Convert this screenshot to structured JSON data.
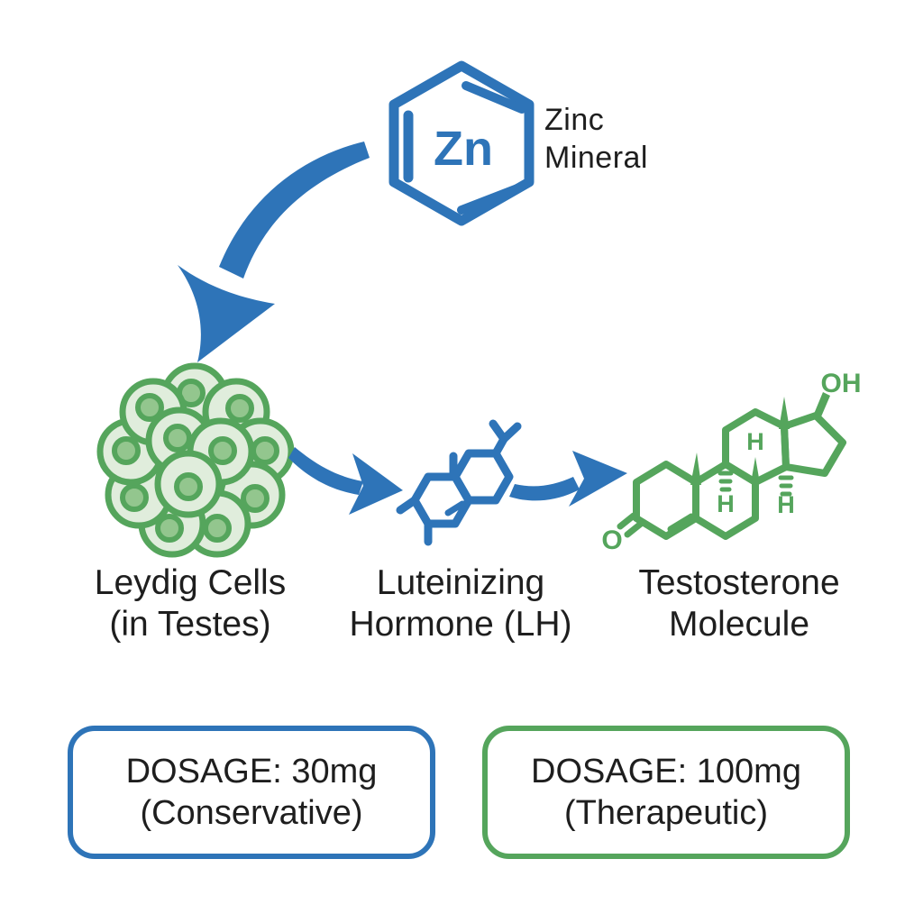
{
  "zinc": {
    "symbol": "Zn",
    "label_line1": "Zinc",
    "label_line2": "Mineral"
  },
  "nodes": {
    "leydig": {
      "line1": "Leydig Cells",
      "line2": "(in Testes)"
    },
    "lh": {
      "line1": "Luteinizing",
      "line2": "Hormone (LH)"
    },
    "testosterone": {
      "line1": "Testosterone",
      "line2": "Molecule"
    }
  },
  "testosterone_molecule": {
    "hydroxyl_label": "OH",
    "ketone_oxygen_label": "O",
    "hydrogen_label": "H"
  },
  "dosages": {
    "conservative": {
      "line1": "DOSAGE: 30mg",
      "line2": "(Conservative)"
    },
    "therapeutic": {
      "line1": "DOSAGE: 100mg",
      "line2": "(Therapeutic)"
    }
  },
  "icons": {
    "zinc_icon": "hexagon-with-Zn",
    "leydig_icon": "cell-cluster",
    "lh_icon": "blue-molecule",
    "testosterone_icon": "green-steroid-molecule",
    "arrows": "curved-flow-arrows"
  },
  "colors": {
    "blue": "#2E74B8",
    "green": "#55A55C",
    "cell-fill": "#E0EDDC",
    "nucleus-fill": "#93C68E",
    "text": "#1E1E1E",
    "bg": "#FFFFFF"
  }
}
